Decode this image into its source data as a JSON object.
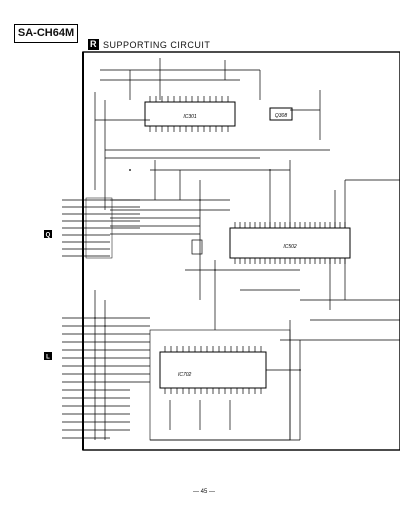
{
  "model": "SA-CH64M",
  "section": {
    "letter": "R",
    "title": "SUPPORTING CIRCUIT"
  },
  "ic_labels": {
    "ic301": "IC301",
    "q308": "Q308",
    "ic502": "IC502",
    "ic702": "IC702"
  },
  "connector_markers": {
    "q": "Q",
    "l": "L"
  },
  "page_number": "— 45 —"
}
